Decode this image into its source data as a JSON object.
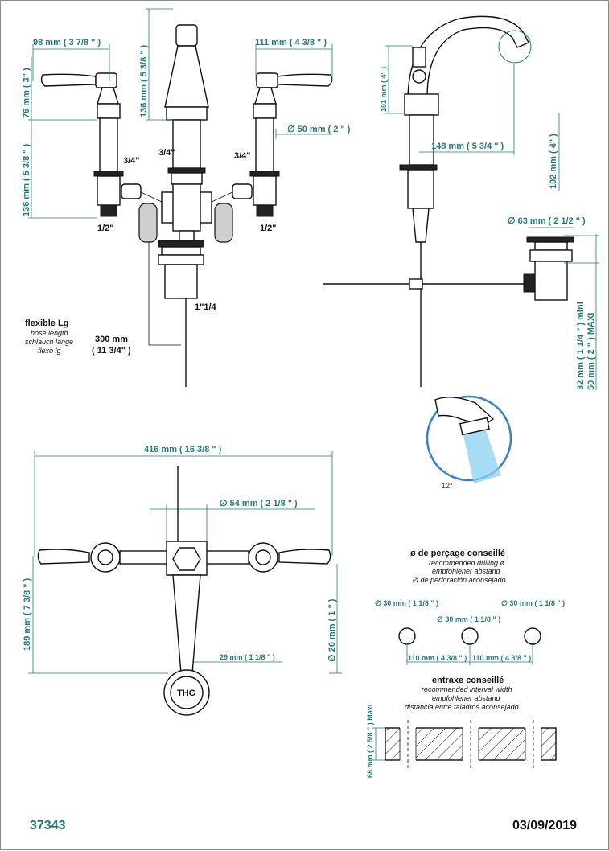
{
  "front_view": {
    "dim_left_width": "98 mm ( 3 7/8 \" )",
    "dim_right_width": "111 mm ( 4 3/8 \" )",
    "dim_spout_height": "136 mm ( 5 3/8 \" )",
    "dim_handle_height": "76 mm ( 3\" )",
    "dim_body_height": "136 mm ( 5 3/8 \" )",
    "dim_diameter": "∅  50 mm ( 2 \" )",
    "thread_left": "3/4\"",
    "thread_center": "3/4\"",
    "thread_right": "3/4\"",
    "outlet_left": "1/2\"",
    "outlet_right": "1/2\"",
    "waste_thread": "1\"1/4",
    "flexible_title": "flexible Lg",
    "flexible_sub": [
      "hose length",
      "schlauch länge",
      "flexo lg"
    ],
    "hose_length": "300 mm",
    "hose_length_in": "( 11 3/4\" )"
  },
  "side_view": {
    "dim_spout_height": "101 mm ( 4\" )",
    "dim_reach": "148 mm ( 5 3/4 \" )",
    "dim_clearance": "102 mm ( 4\" )",
    "dim_waste_diameter": "∅  63 mm ( 2 1/2 \" )",
    "dim_deck_min": "32 mm ( 1 1/4 \" )  mini",
    "dim_deck_max": "50 mm ( 2 \" ) MAXI",
    "spray_angle": "12°"
  },
  "top_view": {
    "dim_total_width": "416 mm ( 16 3/8 \" )",
    "dim_diameter": "∅  54 mm ( 2 1/8 \" )",
    "dim_depth": "189 mm ( 7 3/8 \" )",
    "dim_waste": "∅  26 mm ( 1 \" )",
    "dim_knob": "29 mm ( 1 1/8 \" )",
    "logo": "THG"
  },
  "drilling": {
    "title": "ø de perçage conseillé",
    "subtitles": [
      "recommended drilling ø",
      "empfohlener abstand",
      "Ø de perforación aconsejado"
    ],
    "hole_left": "∅  30 mm ( 1 1/8 \" )",
    "hole_center": "∅  30 mm ( 1 1/8 \" )",
    "hole_right": "∅  30 mm ( 1 1/8 \" )",
    "spacing_left": "110 mm ( 4 3/8 \" )",
    "spacing_right": "110 mm ( 4 3/8 \" )"
  },
  "interval": {
    "title": "entraxe conseillé",
    "subtitles": [
      "recommended interval width",
      "empfohlener abstand",
      "distancia entre taladros aconsejado"
    ],
    "dim_deck": "68 mm ( 2 5/8 \" )  Maxi"
  },
  "footer": {
    "reference": "37343",
    "date": "03/09/2019"
  }
}
